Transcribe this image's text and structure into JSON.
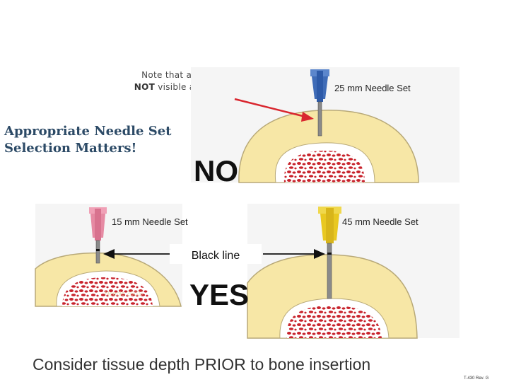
{
  "note": {
    "line1": "Note that a black line is",
    "line2_bold": "NOT",
    "line2_rest": " visible above the skin"
  },
  "headline": {
    "line1": "Appropriate Needle Set",
    "line2": "Selection Matters!"
  },
  "panels": {
    "top": {
      "needle_label": "25 mm Needle Set",
      "verdict": "NO",
      "needle_color": "#3f6cb7"
    },
    "bottom_left": {
      "needle_label": "15 mm Needle Set",
      "needle_color": "#e68aa3",
      "watermark": "Needle 25GS"
    },
    "bottom_right": {
      "needle_label": "45 mm Needle Set",
      "needle_color": "#e9c821"
    },
    "verdict_bottom": "YES",
    "black_line_label": "Black line"
  },
  "colors": {
    "tissue": "#f7e7a6",
    "tissue_edge": "#b8a978",
    "bone_marrow": "#c8232c",
    "arrow_red": "#d9262e"
  },
  "caption": "Consider tissue depth PRIOR to bone insertion",
  "footnote": "T-430 Rev. G"
}
